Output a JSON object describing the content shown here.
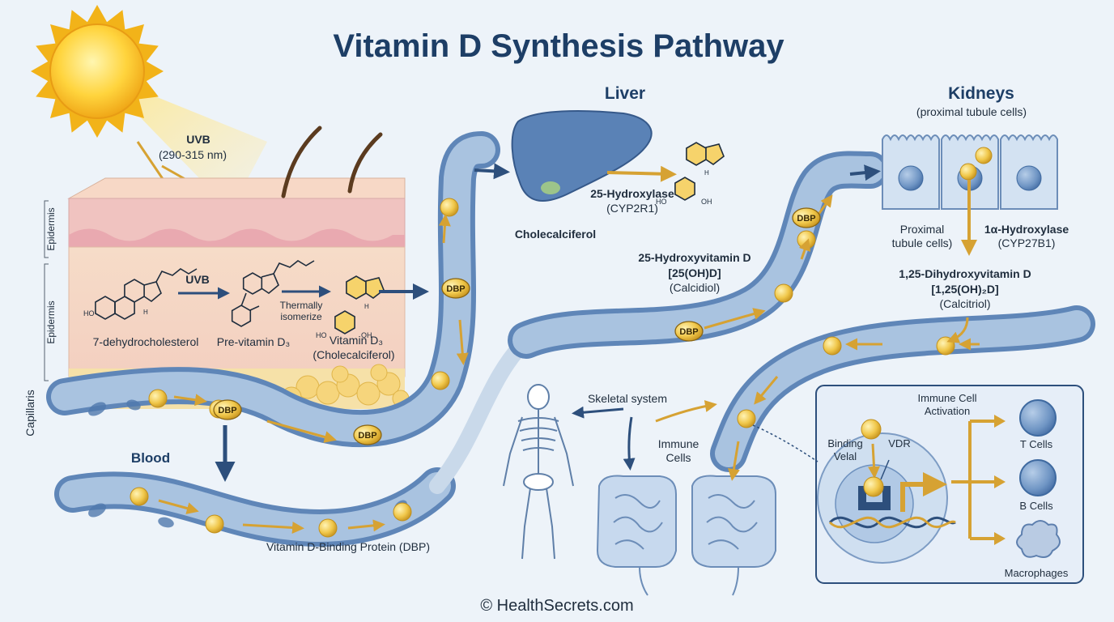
{
  "title": "Vitamin D Synthesis Pathway",
  "footer": "© HealthSecrets.com",
  "uvb": {
    "label": "UVB",
    "range": "(290-315 nm)"
  },
  "skin": {
    "side_labels": [
      "Epidermis",
      "Epidermis",
      "Capillaris"
    ],
    "molecules": [
      "7-dehydrocholesterol",
      "Pre-vitamin D₃",
      "Vitamin D₃",
      "(Cholecalciferol)"
    ],
    "step1": "UVB",
    "step2": [
      "Thermally",
      "isomerize"
    ]
  },
  "blood": {
    "label": "Blood",
    "dbp_caption": "Vitamin D-Binding Protein (DBP)"
  },
  "dbp_tag": "DBP",
  "liver": {
    "header": "Liver",
    "input": "Cholecalciferol",
    "enzyme": "25-Hydroxylase",
    "enzyme_gene": "(CYP2R1)",
    "product": "25-Hydroxyvitamin D",
    "product_formula": "[25(OH)D]",
    "product_name": "(Calcidiol)"
  },
  "kidneys": {
    "header": "Kidneys",
    "subheader": "(proximal tubule cells)",
    "cells_label": [
      "Proximal",
      "tubule cells)"
    ],
    "enzyme": "1α-Hydroxylase",
    "enzyme_gene": "(CYP27B1)",
    "product": "1,25-Dihydroxyvitamin D",
    "product_formula": "[1,25(OH)₂D]",
    "product_name": "(Calcitriol)"
  },
  "targets": {
    "skeletal": "Skeletal system",
    "immune": [
      "Immune",
      "Cells"
    ]
  },
  "immune_panel": {
    "title": [
      "Immune Cell",
      "Activation"
    ],
    "binding": [
      "Binding",
      "Velal"
    ],
    "receptor": "VDR",
    "outputs": [
      "T Cells",
      "B Cells",
      "Macrophages"
    ]
  },
  "chem_atoms": {
    "ho": "HO",
    "oh": "OH",
    "h": "H"
  },
  "colors": {
    "vessel": "#5f86b8",
    "vessel_fill": "#a9c3e0",
    "gold": "#d9a93a",
    "title": "#1d3e66"
  }
}
